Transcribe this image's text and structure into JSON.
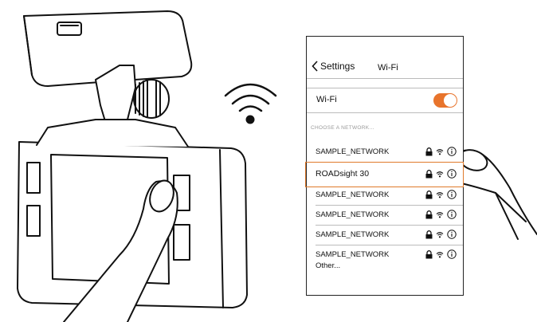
{
  "nav": {
    "back_label": "Settings",
    "title": "Wi-Fi"
  },
  "wifi": {
    "label": "Wi-Fi",
    "toggle_on": true,
    "accent": "#e8742c"
  },
  "section_header": "CHOOSE A NETWORK...",
  "networks": [
    {
      "name": "SAMPLE_NETWORK",
      "selected": false
    },
    {
      "name": "ROADsight 30",
      "selected": true
    },
    {
      "name": "SAMPLE_NETWORK",
      "selected": false
    },
    {
      "name": "SAMPLE_NETWORK",
      "selected": false
    },
    {
      "name": "SAMPLE_NETWORK",
      "selected": false
    },
    {
      "name": "SAMPLE_NETWORK",
      "selected": false
    }
  ],
  "other_label": "Other...",
  "icons": [
    "lock-icon",
    "wifi-signal-icon",
    "info-icon",
    "chevron-left-icon"
  ],
  "colors": {
    "highlight": "#e07a2b",
    "line": "#bbbbbb"
  }
}
